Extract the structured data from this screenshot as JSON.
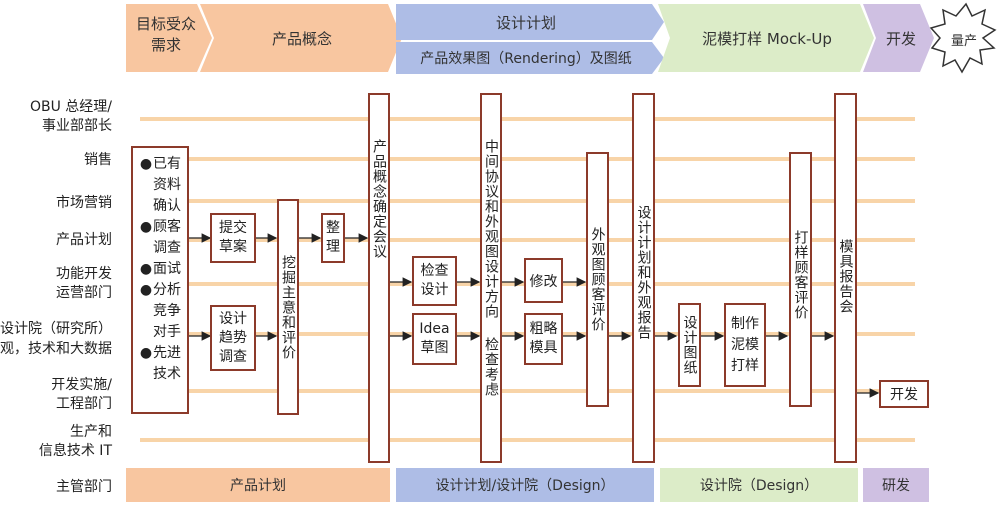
{
  "phases": {
    "p1": "目标受众\n需求",
    "p2": "产品概念",
    "p3_top": "设计计划",
    "p3_bottom": "产品效果图（Rendering）及图纸",
    "p4": "泥模打样 Mock-Up",
    "p5": "开发",
    "p6": "量产"
  },
  "rows": {
    "r1": "OBU 总经理/\n事业部部长",
    "r2": "销售",
    "r3": "市场营销",
    "r4": "产品计划",
    "r5": "功能开发\n运营部门",
    "r6_main": "设计院（研究所）",
    "r6_sub": "外观，技术和大数据",
    "r7": "开发实施/\n工程部门",
    "r8": "生产和\n信息技术 IT",
    "r9": "主管部门"
  },
  "boxes": {
    "research_list": [
      "已有资料确认",
      "顾客调查",
      "面试",
      "分析竞争对手",
      "先进技术"
    ],
    "submit_draft": "提交草案",
    "design_trend": "设计趋势调查",
    "mining": "挖掘主意和评价",
    "organize": "整理",
    "concept_meeting": "产品概念确定会议",
    "mid_agreement": "中间协议和外观图设计方向",
    "check_review": "检查考虑",
    "check_design": "检查设计",
    "idea_drawing": "Idea\n草图",
    "modify": "修改",
    "rough_model": "粗略模具",
    "appearance_review": "外观图顾客评价",
    "design_plan_report": "设计计划和外观报告",
    "design_drawing": "设计图纸",
    "make_clay_model": "制作泥模打样",
    "prototype_review": "打样顾客评价",
    "model_report": "模具报告会",
    "develop": "开发"
  },
  "bottom": {
    "b1": "产品计划",
    "b2": "设计计划/设计院（Design）",
    "b3": "设计院（Design）",
    "b4": "研发"
  },
  "colors": {
    "orange": "#f8c6a0",
    "blue": "#aebde6",
    "green": "#dcecc8",
    "purple": "#cfc0e2",
    "lane": "#f8d4a8",
    "box_border": "#8c3a2a"
  }
}
